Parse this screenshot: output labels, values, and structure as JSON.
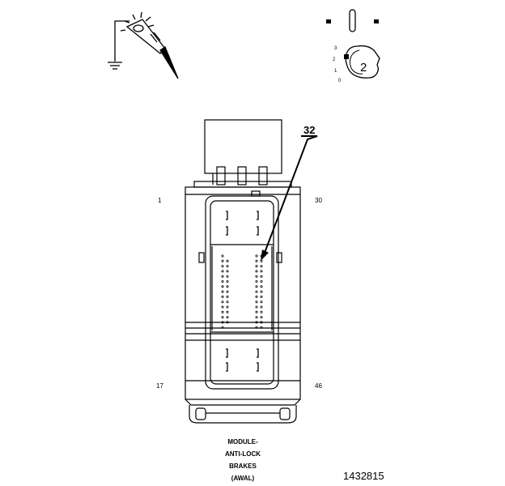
{
  "callout": "32",
  "pin_labels": {
    "top_left": "1",
    "top_right": "30",
    "bottom_left": "17",
    "bottom_right": "46"
  },
  "ignition": {
    "position_marks": [
      "3",
      "2",
      "1",
      "0"
    ],
    "key_number": "2"
  },
  "caption": [
    "MODULE-",
    "ANTI-LOCK",
    "BRAKES",
    "(AWAL)"
  ],
  "figure_number": "1432815",
  "icons": [
    "test-light-probe-icon",
    "ignition-switch-icon"
  ]
}
